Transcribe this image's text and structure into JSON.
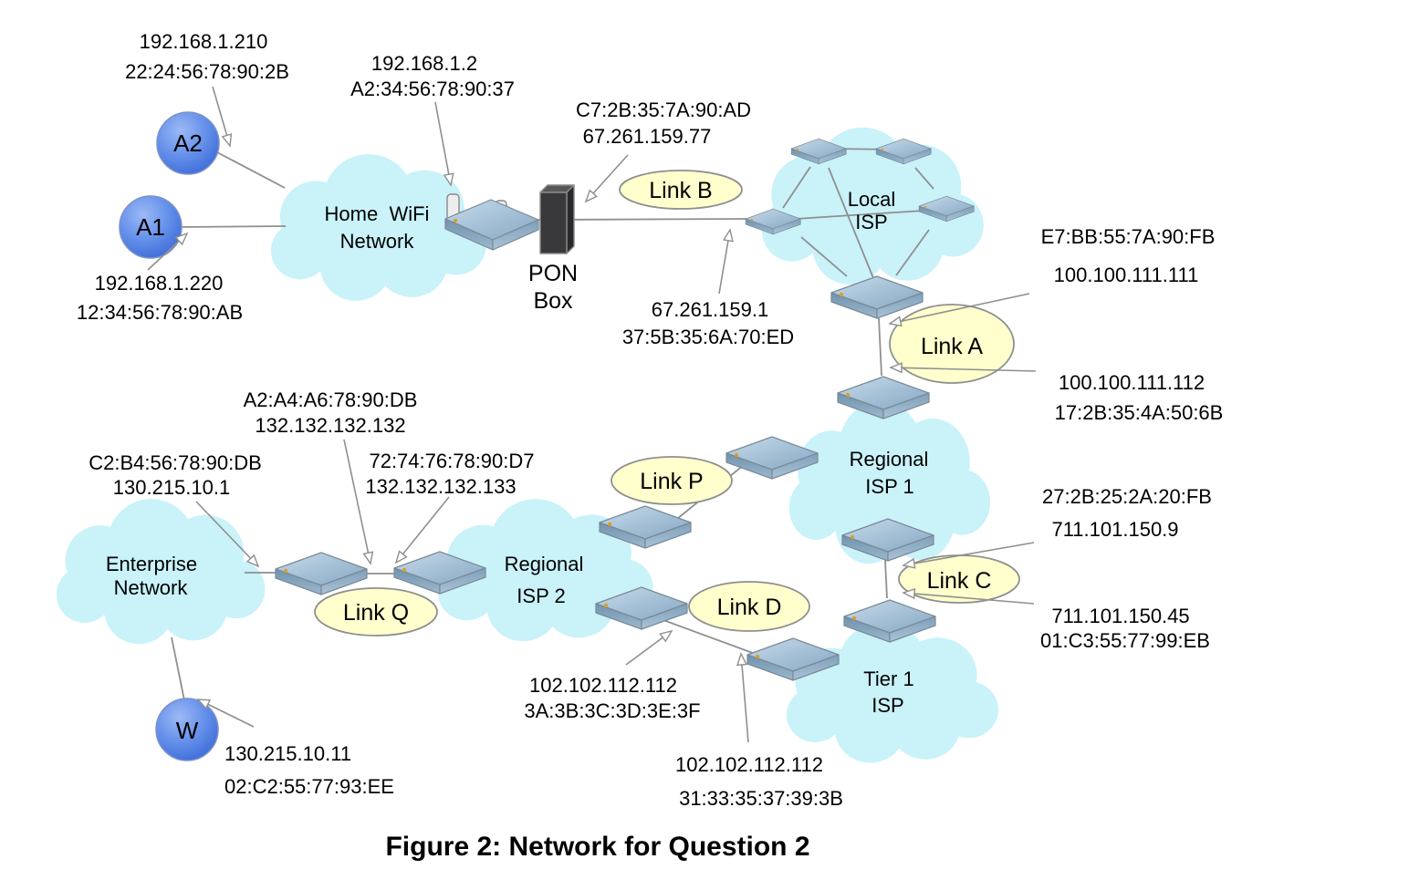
{
  "figure": {
    "caption": "Figure 2: Network for Question 2"
  },
  "hosts": {
    "a2": "A2",
    "a1": "A1",
    "w": "W"
  },
  "clouds": {
    "home_wifi": {
      "line1": "Home  WiFi",
      "line2": "Network"
    },
    "local_isp": {
      "line1": "Local",
      "line2": "ISP"
    },
    "regional_isp1": {
      "line1": "Regional",
      "line2": "ISP 1"
    },
    "regional_isp2": {
      "line1": "Regional",
      "line2": "ISP 2"
    },
    "enterprise": {
      "line1": "Enterprise",
      "line2": "Network"
    },
    "tier1": {
      "line1": "Tier 1",
      "line2": "ISP"
    }
  },
  "links": {
    "a": "Link A",
    "b": "Link B",
    "c": "Link C",
    "d": "Link D",
    "p": "Link P",
    "q": "Link Q"
  },
  "devices": {
    "pon": {
      "line1": "PON",
      "line2": "Box"
    }
  },
  "annotations": {
    "a2_host": {
      "line1": "192.168.1.210",
      "line2": "22:24:56:78:90:2B"
    },
    "wifi_router": {
      "line1": "192.168.1.2",
      "line2": "A2:34:56:78:90:37"
    },
    "pon_wan": {
      "line1": "C7:2B:35:7A:90:AD",
      "line2": "67.261.159.77"
    },
    "a1_host": {
      "line1": "192.168.1.220",
      "line2": "12:34:56:78:90:AB"
    },
    "local_isp_gateway": {
      "line1": "67.261.159.1",
      "line2": "37:5B:35:6A:70:ED"
    },
    "link_a_upper": {
      "line1": "E7:BB:55:7A:90:FB",
      "line2": "100.100.111.111"
    },
    "link_a_lower": {
      "line1": "100.100.111.112",
      "line2": "17:2B:35:4A:50:6B"
    },
    "link_q_left_if": {
      "line1": "A2:A4:A6:78:90:DB",
      "line2": "132.132.132.132"
    },
    "enterprise_gateway": {
      "line1": "C2:B4:56:78:90:DB",
      "line2": "130.215.10.1"
    },
    "link_q_right_if": {
      "line1": "72:74:76:78:90:D7",
      "line2": "132.132.132.133"
    },
    "link_c_upper": {
      "line1": "27:2B:25:2A:20:FB",
      "line2": "711.101.150.9"
    },
    "link_c_lower": {
      "line1": "711.101.150.45",
      "line2": "01:C3:55:77:99:EB"
    },
    "link_d_left_if": {
      "line1": "102.102.112.112",
      "line2": "3A:3B:3C:3D:3E:3F"
    },
    "link_d_right_if": {
      "line1": "102.102.112.112",
      "line2": "31:33:35:37:39:3B"
    },
    "w_host": {
      "line1": "130.215.10.11",
      "line2": "02:C2:55:77:93:EE"
    }
  },
  "colors": {
    "cloud": "#c9f2f9",
    "link_ellipse": "#ffffcd",
    "line": "#8f8f8f",
    "host_blue": "#4a77e0",
    "router_blue": "#8fb1cb",
    "pon_box": "#39393b"
  }
}
